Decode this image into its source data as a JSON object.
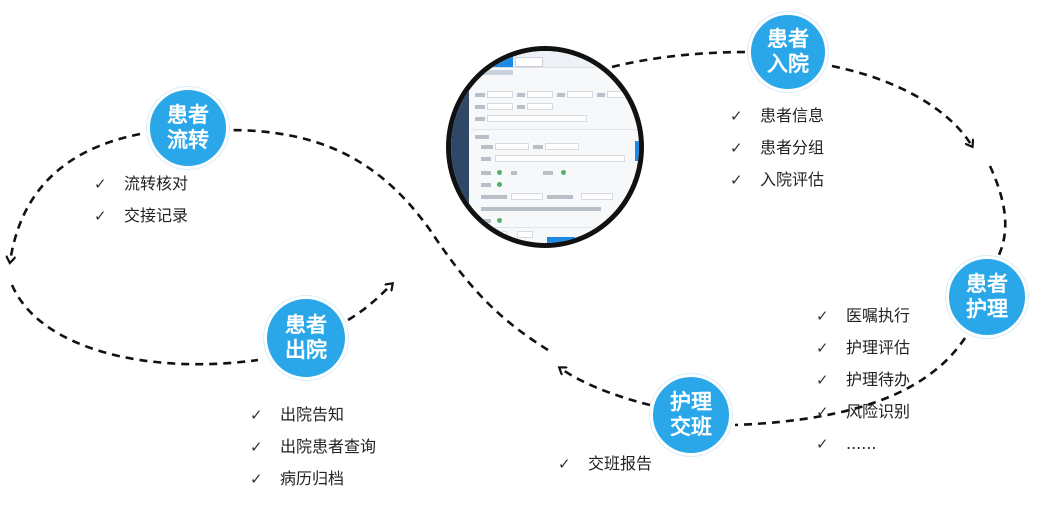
{
  "accent_color": "#2aa7e8",
  "nodes": {
    "admission": {
      "line1": "患者",
      "line2": "入院"
    },
    "care": {
      "line1": "患者",
      "line2": "护理"
    },
    "handover": {
      "line1": "护理",
      "line2": "交班"
    },
    "discharge": {
      "line1": "患者",
      "line2": "出院"
    },
    "transfer": {
      "line1": "患者",
      "line2": "流转"
    }
  },
  "lists": {
    "admission": [
      "患者信息",
      "患者分组",
      "入院评估"
    ],
    "care": [
      "医嘱执行",
      "护理评估",
      "护理待办",
      "风险识别",
      "......"
    ],
    "handover": [
      "交班报告"
    ],
    "discharge": [
      "出院告知",
      "出院患者查询",
      "病历归档"
    ],
    "transfer": [
      "流转核对",
      "交接记录"
    ]
  },
  "check_mark": "✓",
  "screenshot_thumbnail": "software-form-screenshot"
}
